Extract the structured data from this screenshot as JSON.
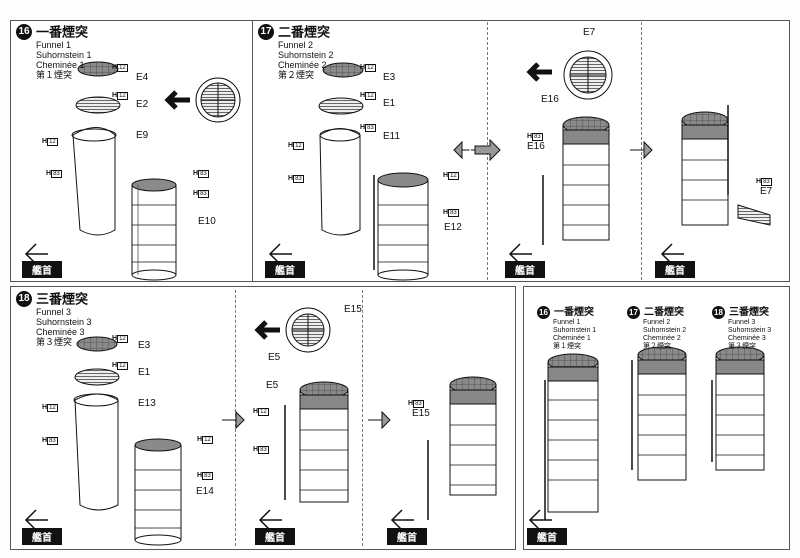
{
  "steps": [
    {
      "num": "16",
      "jp": "一番煙突",
      "en": "Funnel 1",
      "de": "Suhornstein 1",
      "fr": "Cheminée 1",
      "jp2": "第１煙突"
    },
    {
      "num": "17",
      "jp": "二番煙突",
      "en": "Funnel 2",
      "de": "Suhornstein 2",
      "fr": "Cheminée 2",
      "jp2": "第２煙突"
    },
    {
      "num": "18",
      "jp": "三番煙突",
      "en": "Funnel 3",
      "de": "Suhornstein 3",
      "fr": "Cheminée 3",
      "jp2": "第３煙突"
    }
  ],
  "bow_label": "艦首",
  "paint": {
    "h12": "12",
    "h83": "83",
    "prefix": "H"
  },
  "parts": {
    "s16": {
      "a": "E4",
      "b": "E2",
      "c": "E9",
      "d": "E10"
    },
    "s17": {
      "a": "E3",
      "b": "E1",
      "c": "E11",
      "d": "E12",
      "e": "E7",
      "f": "E16",
      "g": "E16",
      "h": "E7"
    },
    "s18": {
      "a": "E3",
      "b": "E1",
      "c": "E13",
      "d": "E14",
      "e": "E15",
      "f": "E5",
      "g": "E5",
      "h": "E15"
    }
  }
}
